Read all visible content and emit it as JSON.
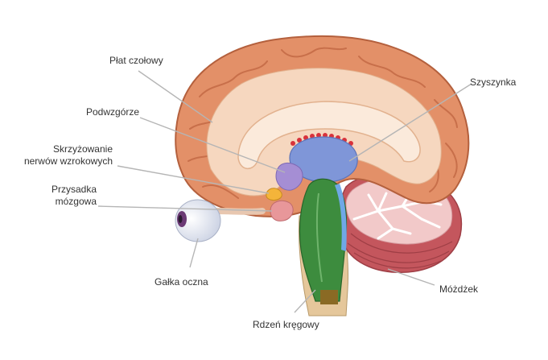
{
  "labels": {
    "frontal_lobe": "Płat czołowy",
    "hypothalamus": "Podwzgórze",
    "optic_chiasm_line1": "Skrzyżowanie",
    "optic_chiasm_line2": "nerwów wzrokowych",
    "pituitary_line1": "Przysadka",
    "pituitary_line2": "mózgowa",
    "eyeball": "Gałka oczna",
    "spinal_cord": "Rdzeń kręgowy",
    "cerebellum": "Móżdżek",
    "pineal": "Szyszynka"
  },
  "colors": {
    "cortex": "#E39068",
    "cortex_dark": "#C86F4A",
    "white_matter": "#F6D7BF",
    "corpus_callosum": "#FBEADB",
    "thalamus": "#7F96D8",
    "brainstem": "#3D8C3E",
    "cerebellum": "#B94C53",
    "cerebellum_light": "#F2C9C9",
    "pituitary": "#E8979A",
    "eye": "#E8ECF5",
    "pointer": "#B5B5B5"
  }
}
